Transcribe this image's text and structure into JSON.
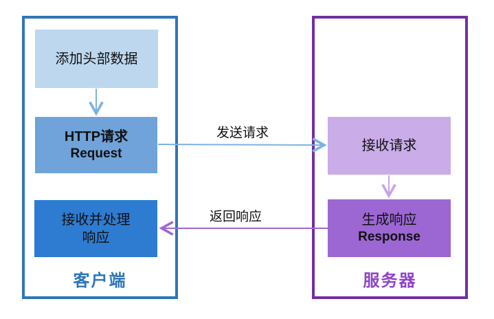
{
  "client": {
    "label": "客户端",
    "boxes": {
      "add_header": "添加头部数据",
      "http_request_line1": "HTTP请求",
      "http_request_line2": "Request",
      "receive_process_line1": "接收并处理",
      "receive_process_line2": "响应"
    }
  },
  "server": {
    "label": "服务器",
    "boxes": {
      "receive_request": "接收请求",
      "generate_response_line1": "生成响应",
      "generate_response_line2": "Response"
    }
  },
  "arrows": {
    "send_label": "发送请求",
    "return_label": "返回响应"
  },
  "colors": {
    "client_border": "#2E75B6",
    "client_label": "#2E75B6",
    "server_border": "#7030A0",
    "server_label": "#8E44C8",
    "add_header_bg": "#BDD7EE",
    "http_request_bg": "#6FA3D9",
    "receive_process_bg": "#2E7CD1",
    "receive_request_bg": "#C9ACE8",
    "generate_response_bg": "#9C67D3",
    "arrow_blue": "#7CB1E3",
    "arrow_purple": "#A266D2",
    "arrow_purple_light": "#C7A5E5"
  }
}
